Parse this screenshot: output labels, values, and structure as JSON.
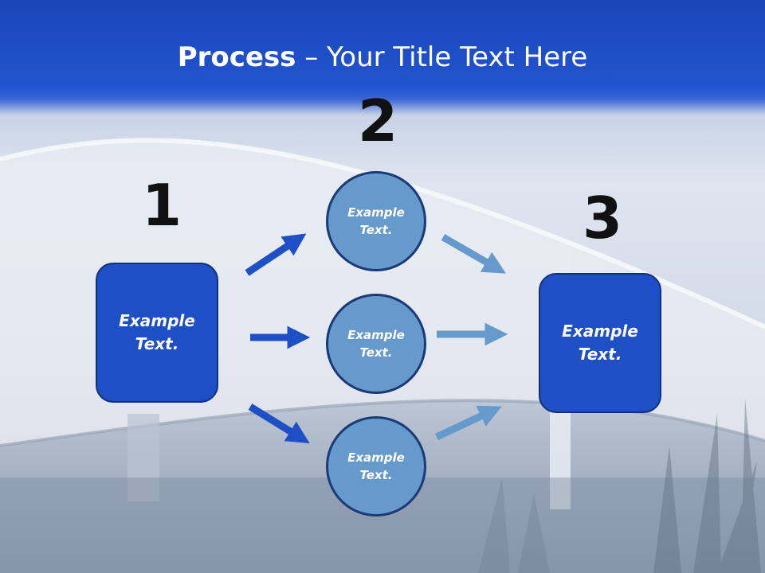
{
  "title": {
    "bold": "Process",
    "rest": " – Your Title Text Here"
  },
  "steps": {
    "one": "1",
    "two": "2",
    "three": "3"
  },
  "boxes": {
    "left": "Example Text.",
    "right": "Example Text."
  },
  "circles": {
    "top": "Example Text.",
    "middle": "Example Text.",
    "bottom": "Example Text."
  },
  "colors": {
    "header": "#1f4fc4",
    "box": "#1f4fc4",
    "circle": "#6699cc",
    "arrow_left": "#1f4fc4",
    "arrow_right": "#6699cc"
  }
}
